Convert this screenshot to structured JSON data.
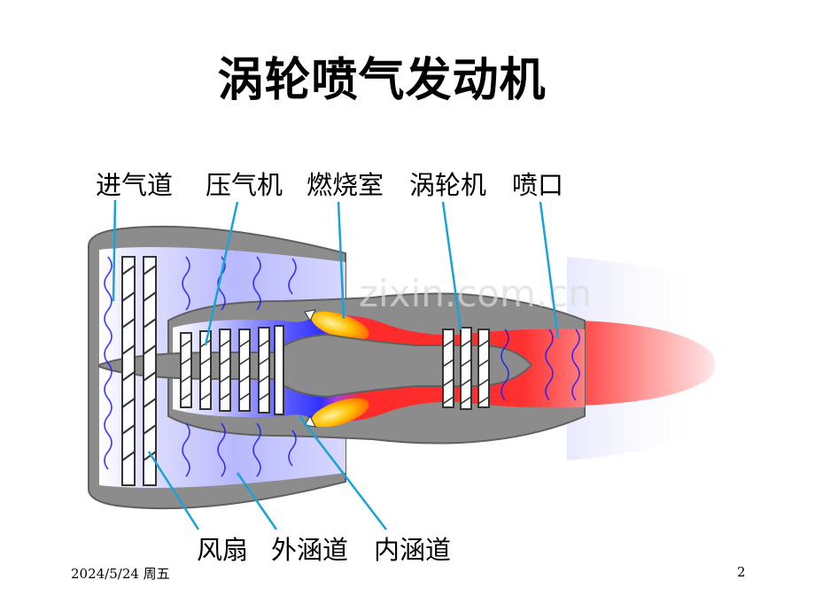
{
  "title": "涡轮喷气发动机",
  "labels": {
    "inlet": "进气道",
    "compressor": "压气机",
    "combustor": "燃烧室",
    "turbine": "涡轮机",
    "nozzle": "喷口",
    "fan": "风扇",
    "bypass": "外涵道",
    "core": "内涵道"
  },
  "watermark": "zixin.com.cn",
  "footer": {
    "date": "2024/5/24 周五",
    "page": "2"
  },
  "colors": {
    "casing": "#888888",
    "cold_air": "#3a3aff",
    "hot_gas": "#ff2020",
    "flame": "#ffcc00",
    "leader": "#19a3d6"
  }
}
